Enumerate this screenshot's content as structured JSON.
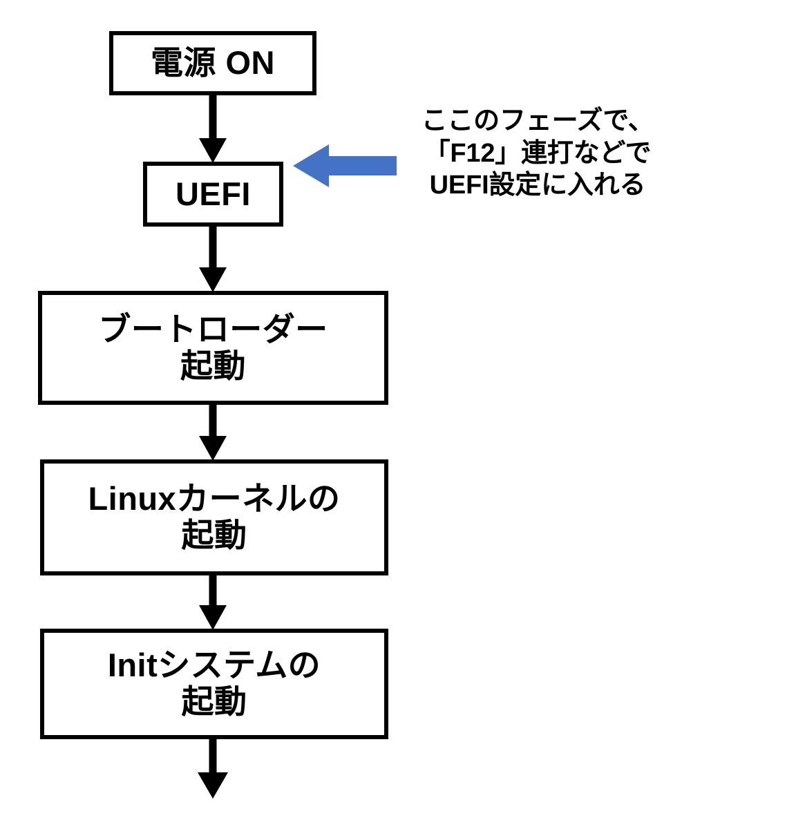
{
  "diagram": {
    "title": "Linux boot sequence flowchart",
    "colors": {
      "node_border": "#000000",
      "node_fill": "#ffffff",
      "connector": "#000000",
      "annotation_arrow": "#4472C4",
      "text": "#000000",
      "background": "#ffffff"
    },
    "nodes": [
      {
        "id": "power-on",
        "label": "電源 ON"
      },
      {
        "id": "uefi",
        "label": "UEFI"
      },
      {
        "id": "bootloader",
        "label": "ブートローダー\n起動"
      },
      {
        "id": "kernel",
        "label": "Linuxカーネルの\n起動"
      },
      {
        "id": "init",
        "label": "Initシステムの\n起動"
      }
    ],
    "connectors": [
      {
        "id": "power-on-to-uefi",
        "from": "power-on",
        "to": "uefi"
      },
      {
        "id": "uefi-to-bootloader",
        "from": "uefi",
        "to": "bootloader"
      },
      {
        "id": "bootloader-to-kernel",
        "from": "bootloader",
        "to": "kernel"
      },
      {
        "id": "kernel-to-init",
        "from": "kernel",
        "to": "init"
      },
      {
        "id": "init-to-next",
        "from": "init",
        "to": ""
      }
    ],
    "annotation": {
      "target_node": "uefi",
      "arrow_direction": "left",
      "arrow_color": "#4472C4",
      "text": "ここのフェーズで、\n「F12」連打などで\nUEFI設定に入れる"
    }
  }
}
